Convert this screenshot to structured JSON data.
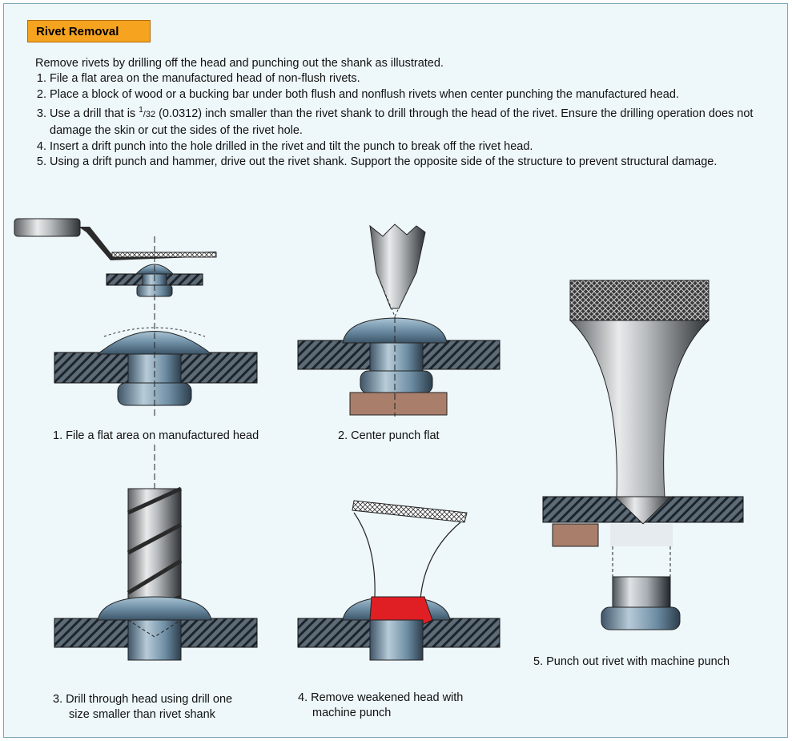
{
  "title": "Rivet Removal",
  "intro": "Remove rivets by drilling off the head and punching out the shank as illustrated.",
  "steps": [
    "File a flat area on the manufactured head of non-flush rivets.",
    "Place a block of wood or a bucking bar under both flush and nonflush rivets when center punching the manufactured head.",
    {
      "before": "Use a drill that is ",
      "sup": "1",
      "sub": "/32",
      "after": " (0.0312) inch smaller than the rivet shank to drill through the head of the rivet. Ensure the drilling operation does not damage the skin or cut the sides of the rivet hole."
    },
    "Insert a drift punch into the hole drilled in the rivet and tilt the punch to break off the rivet head.",
    "Using a drift punch and hammer, drive out the rivet shank. Support the opposite side of the structure to prevent structural damage."
  ],
  "captions": {
    "fig1": "1. File a flat area on manufactured head",
    "fig2": "2. Center punch flat",
    "fig3_line1": "3. Drill through head using drill one",
    "fig3_line2": "size smaller than rivet shank",
    "fig4_line1": "4. Remove weakened head with",
    "fig4_line2": "machine punch",
    "fig5": "5. Punch out rivet with machine punch"
  },
  "colors": {
    "panel_bg": "#eef7fa",
    "title_bg": "#f6a31f",
    "rivet_head": "#6f8ea6",
    "wood_block": "#a97f6c",
    "broken_head": "#e01f25"
  }
}
